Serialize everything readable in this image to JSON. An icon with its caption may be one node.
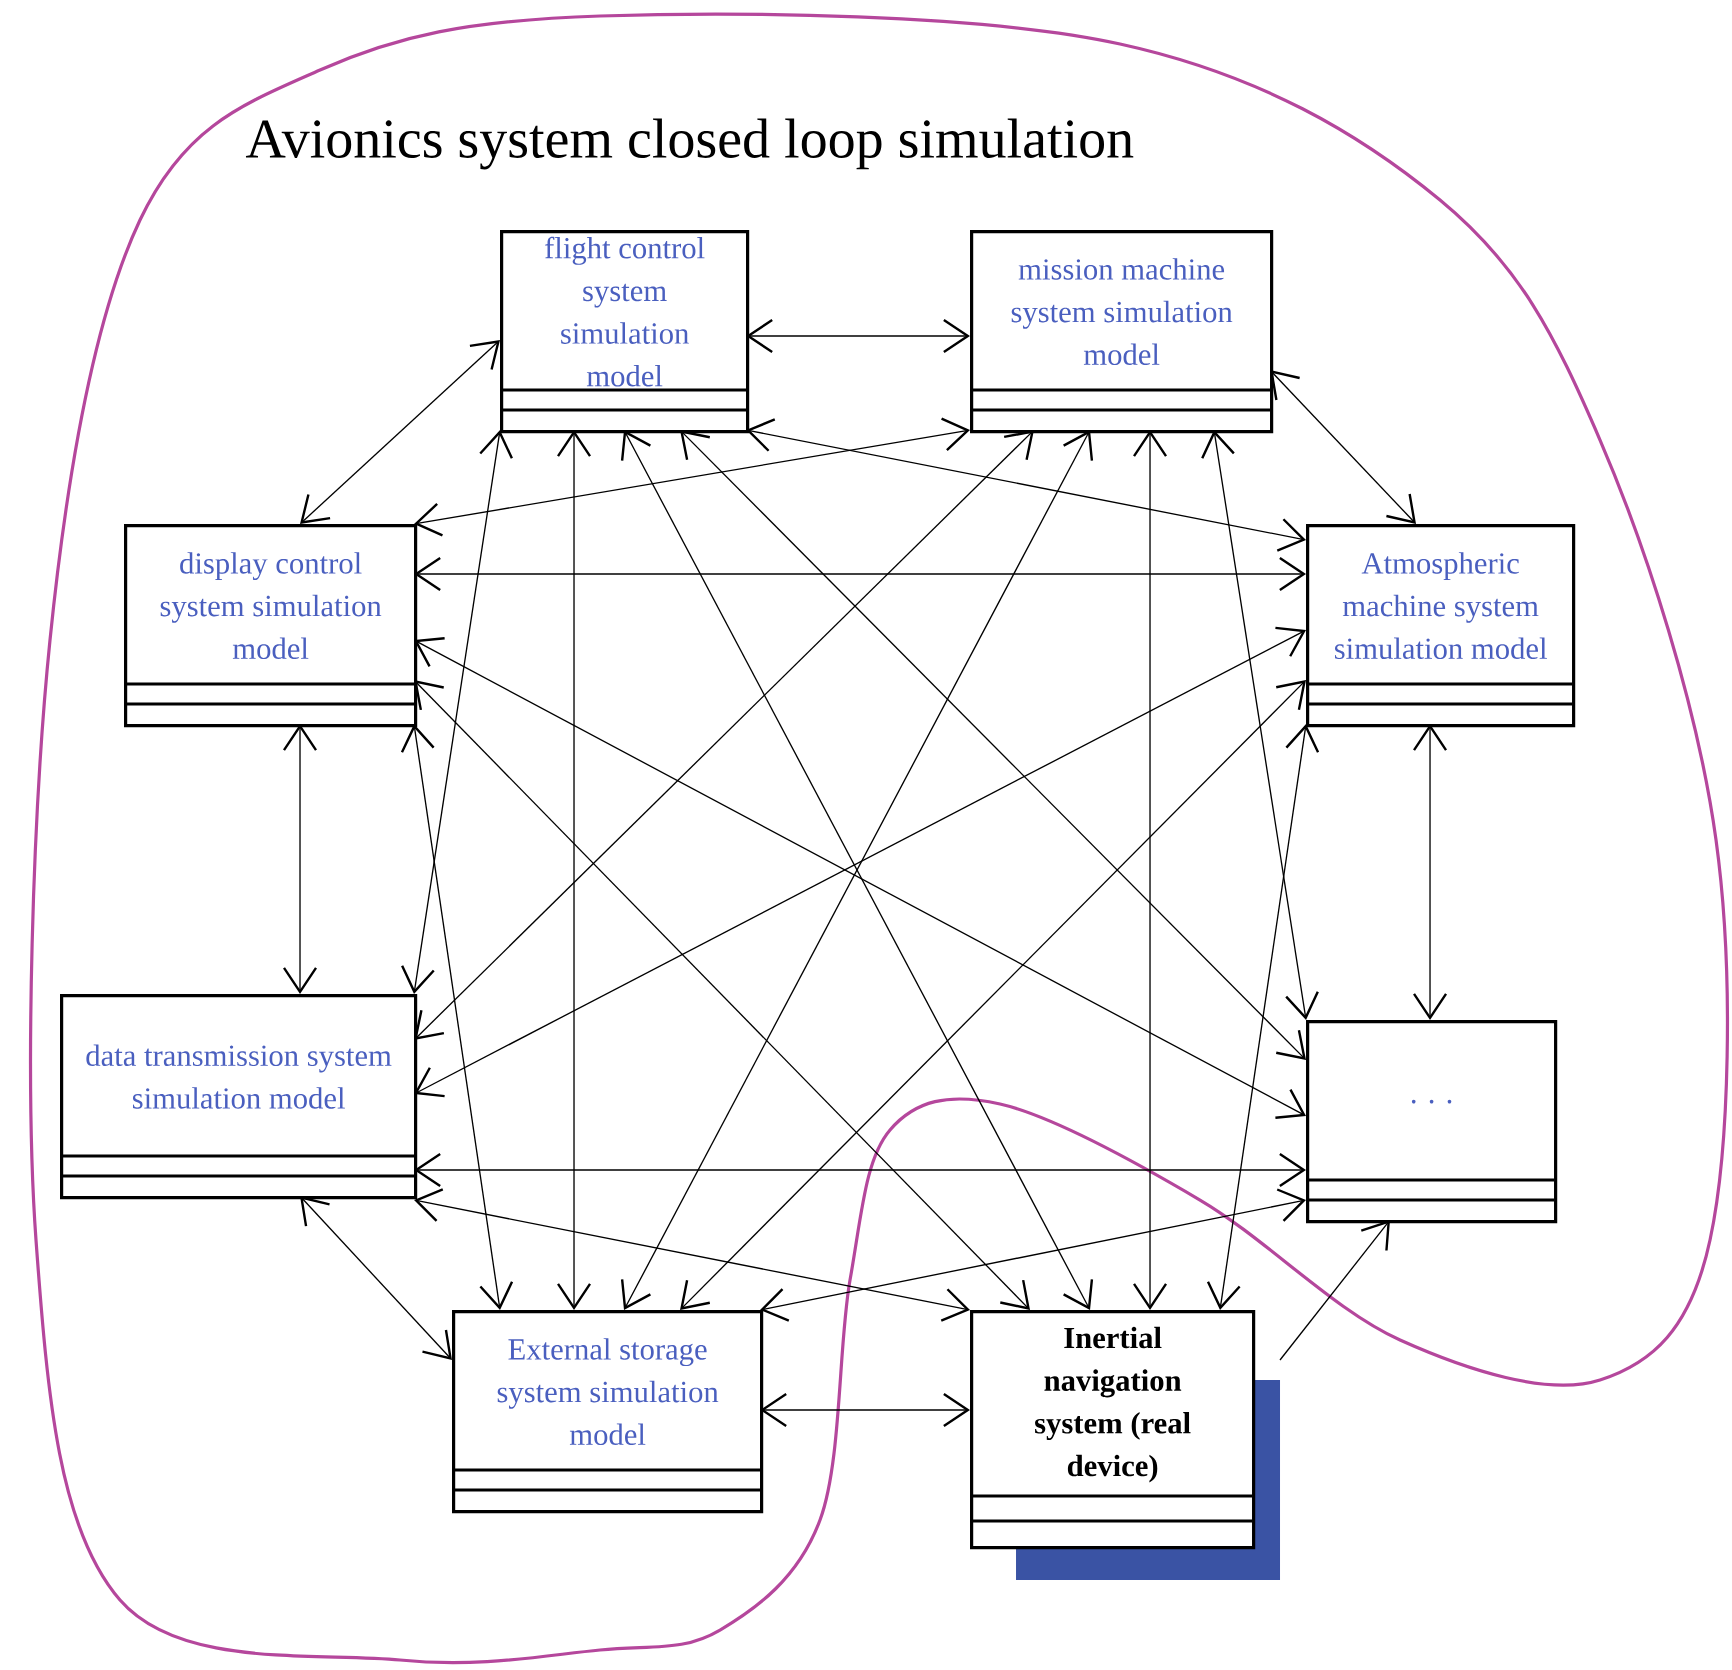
{
  "diagram": {
    "nodes": [
      {
        "text": [
          "flight control system simulation model"
        ]
      },
      {
        "text": [
          "mission machine system simulation model"
        ]
      },
      {
        "text": [
          "display control system simulation model"
        ]
      },
      {
        "text": [
          "Atmospheric machine system simulation model"
        ]
      },
      {
        "text": [
          "data transmission system simulation model"
        ]
      },
      {
        "text": [
          ". . ."
        ]
      },
      {
        "text": [
          "External storage system simulation model"
        ]
      },
      {
        "text": [
          "Inertial navigation system (real device)"
        ]
      }
    ],
    "edges": [
      {
        "from": 0,
        "to": 1,
        "arrow": "both"
      },
      {
        "from": 0,
        "to": 2,
        "arrow": "both"
      },
      {
        "from": 0,
        "to": 3,
        "arrow": "both"
      },
      {
        "from": 0,
        "to": 4,
        "arrow": "both"
      },
      {
        "from": 0,
        "to": 5,
        "arrow": "both"
      },
      {
        "from": 0,
        "to": 6,
        "arrow": "both"
      },
      {
        "from": 0,
        "to": 7,
        "arrow": "both"
      },
      {
        "from": 1,
        "to": 2,
        "arrow": "both"
      },
      {
        "from": 1,
        "to": 3,
        "arrow": "both"
      },
      {
        "from": 1,
        "to": 4,
        "arrow": "both"
      },
      {
        "from": 1,
        "to": 5,
        "arrow": "both"
      },
      {
        "from": 1,
        "to": 6,
        "arrow": "both"
      },
      {
        "from": 1,
        "to": 7,
        "arrow": "both"
      },
      {
        "from": 2,
        "to": 3,
        "arrow": "both"
      },
      {
        "from": 2,
        "to": 4,
        "arrow": "both"
      },
      {
        "from": 2,
        "to": 5,
        "arrow": "both"
      },
      {
        "from": 2,
        "to": 6,
        "arrow": "both"
      },
      {
        "from": 2,
        "to": 7,
        "arrow": "both"
      },
      {
        "from": 3,
        "to": 4,
        "arrow": "both"
      },
      {
        "from": 3,
        "to": 5,
        "arrow": "both"
      },
      {
        "from": 3,
        "to": 6,
        "arrow": "both"
      },
      {
        "from": 3,
        "to": 7,
        "arrow": "both"
      },
      {
        "from": 4,
        "to": 5,
        "arrow": "both"
      },
      {
        "from": 4,
        "to": 6,
        "arrow": "both"
      },
      {
        "from": 4,
        "to": 7,
        "arrow": "both"
      },
      {
        "from": 5,
        "to": 6,
        "arrow": "both"
      },
      {
        "from": 7,
        "to": 5,
        "arrow": "to"
      },
      {
        "from": 6,
        "to": 7,
        "arrow": "both"
      }
    ],
    "labels": [
      "Avionics system closed loop simulation"
    ]
  }
}
